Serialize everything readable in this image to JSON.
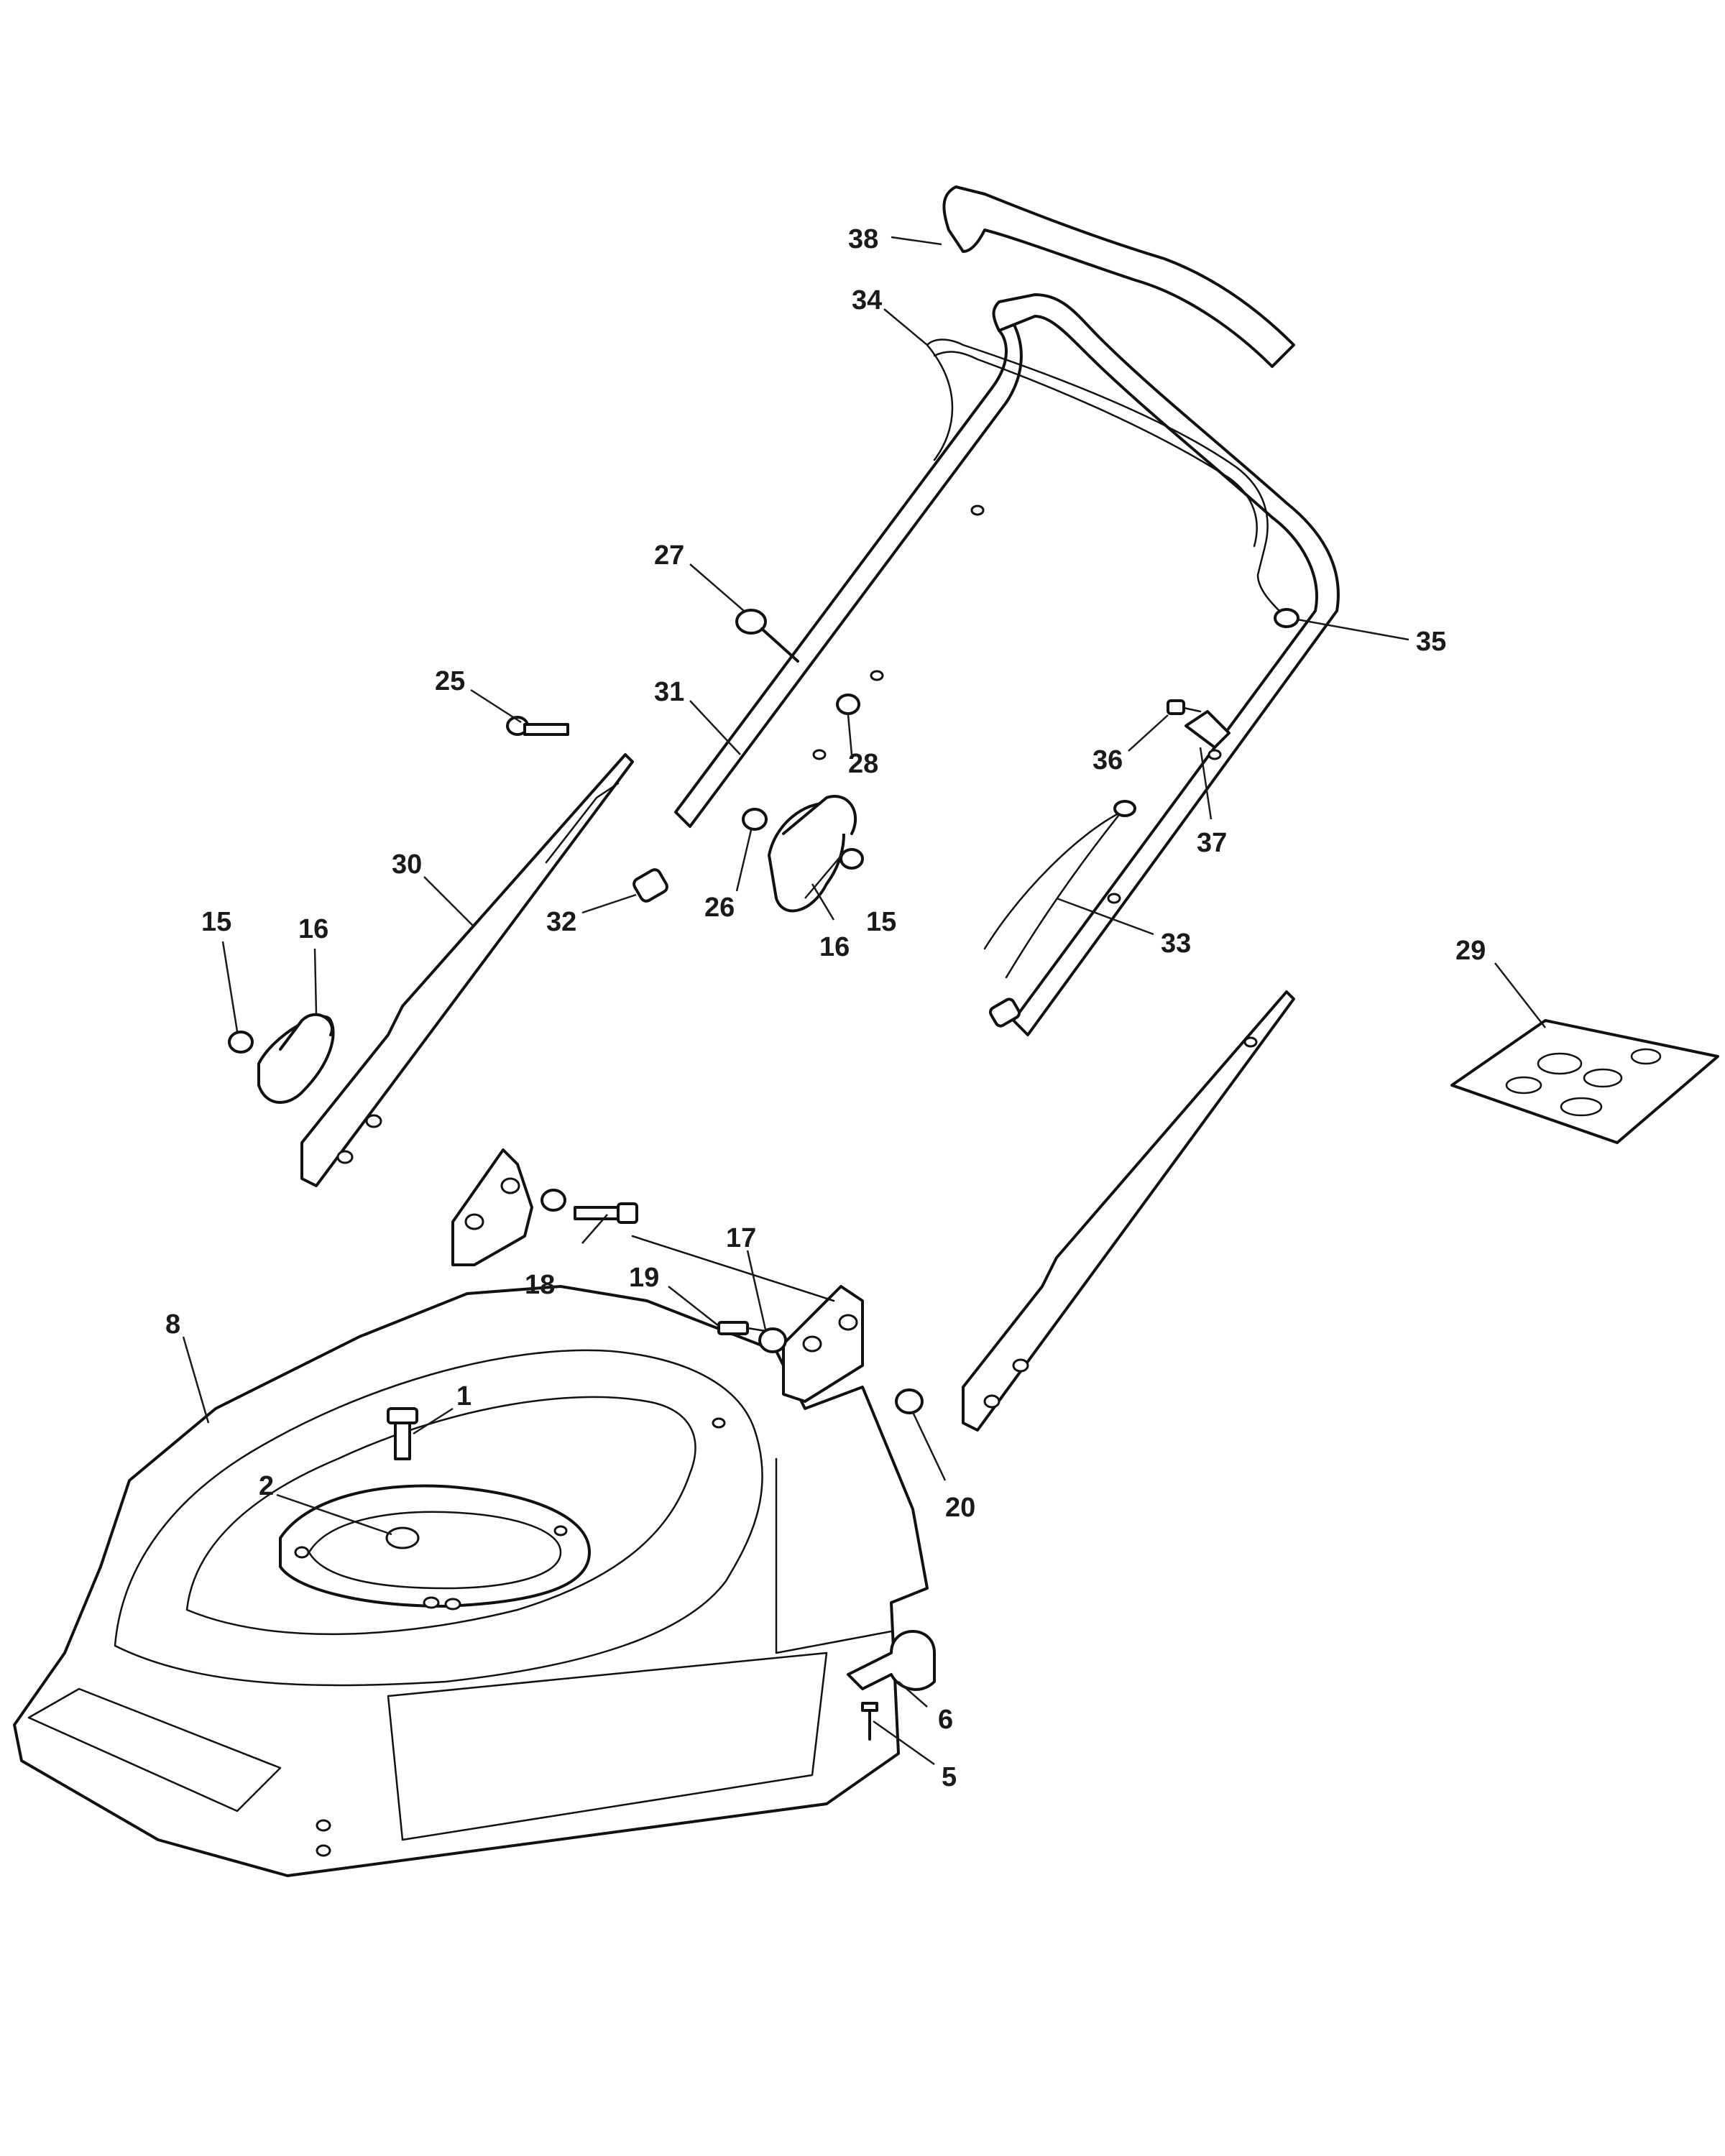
{
  "callouts": {
    "c1": "1",
    "c2": "2",
    "c5": "5",
    "c6": "6",
    "c8": "8",
    "c15a": "15",
    "c15b": "15",
    "c16a": "16",
    "c16b": "16",
    "c17": "17",
    "c18": "18",
    "c19": "19",
    "c20": "20",
    "c25": "25",
    "c26": "26",
    "c27": "27",
    "c28": "28",
    "c29": "29",
    "c30": "30",
    "c31": "31",
    "c32": "32",
    "c33": "33",
    "c34": "34",
    "c35": "35",
    "c36": "36",
    "c37": "37",
    "c38": "38"
  }
}
